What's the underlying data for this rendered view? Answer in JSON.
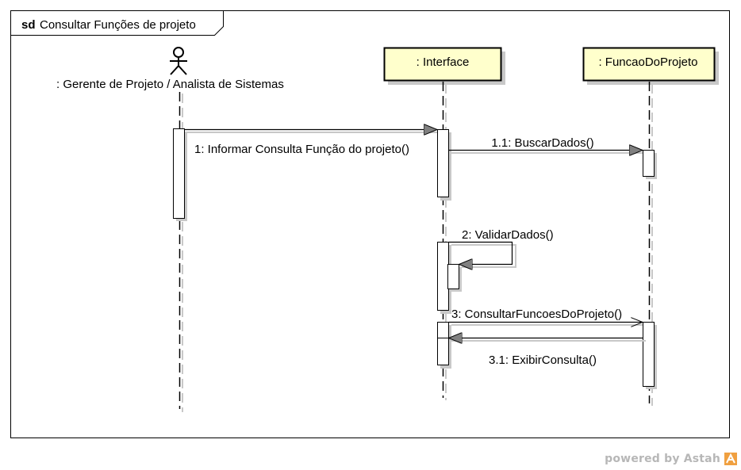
{
  "frame": {
    "keyword": "sd",
    "title": "Consultar Funções de projeto"
  },
  "lifelines": {
    "actor": ": Gerente de Projeto / Analista de Sistemas",
    "interface": ": Interface",
    "funcao": ": FuncaoDoProjeto"
  },
  "messages": {
    "m1": "1: Informar Consulta Função do projeto()",
    "m1_1": "1.1: BuscarDados()",
    "m2": "2: ValidarDados()",
    "m3": "3: ConsultarFuncoesDoProjeto()",
    "m3_1": "3.1: ExibirConsulta()"
  },
  "footer": {
    "powered_by": "powered by Astah",
    "logo": "astah-logo"
  },
  "colors": {
    "lifeline_box": "#ffffcc",
    "line": "#000000",
    "shadow": "#c8c8c8",
    "arrow_fill": "#7f7f7f",
    "watermark": "#b7b7b7",
    "logo": "#f0a040"
  }
}
